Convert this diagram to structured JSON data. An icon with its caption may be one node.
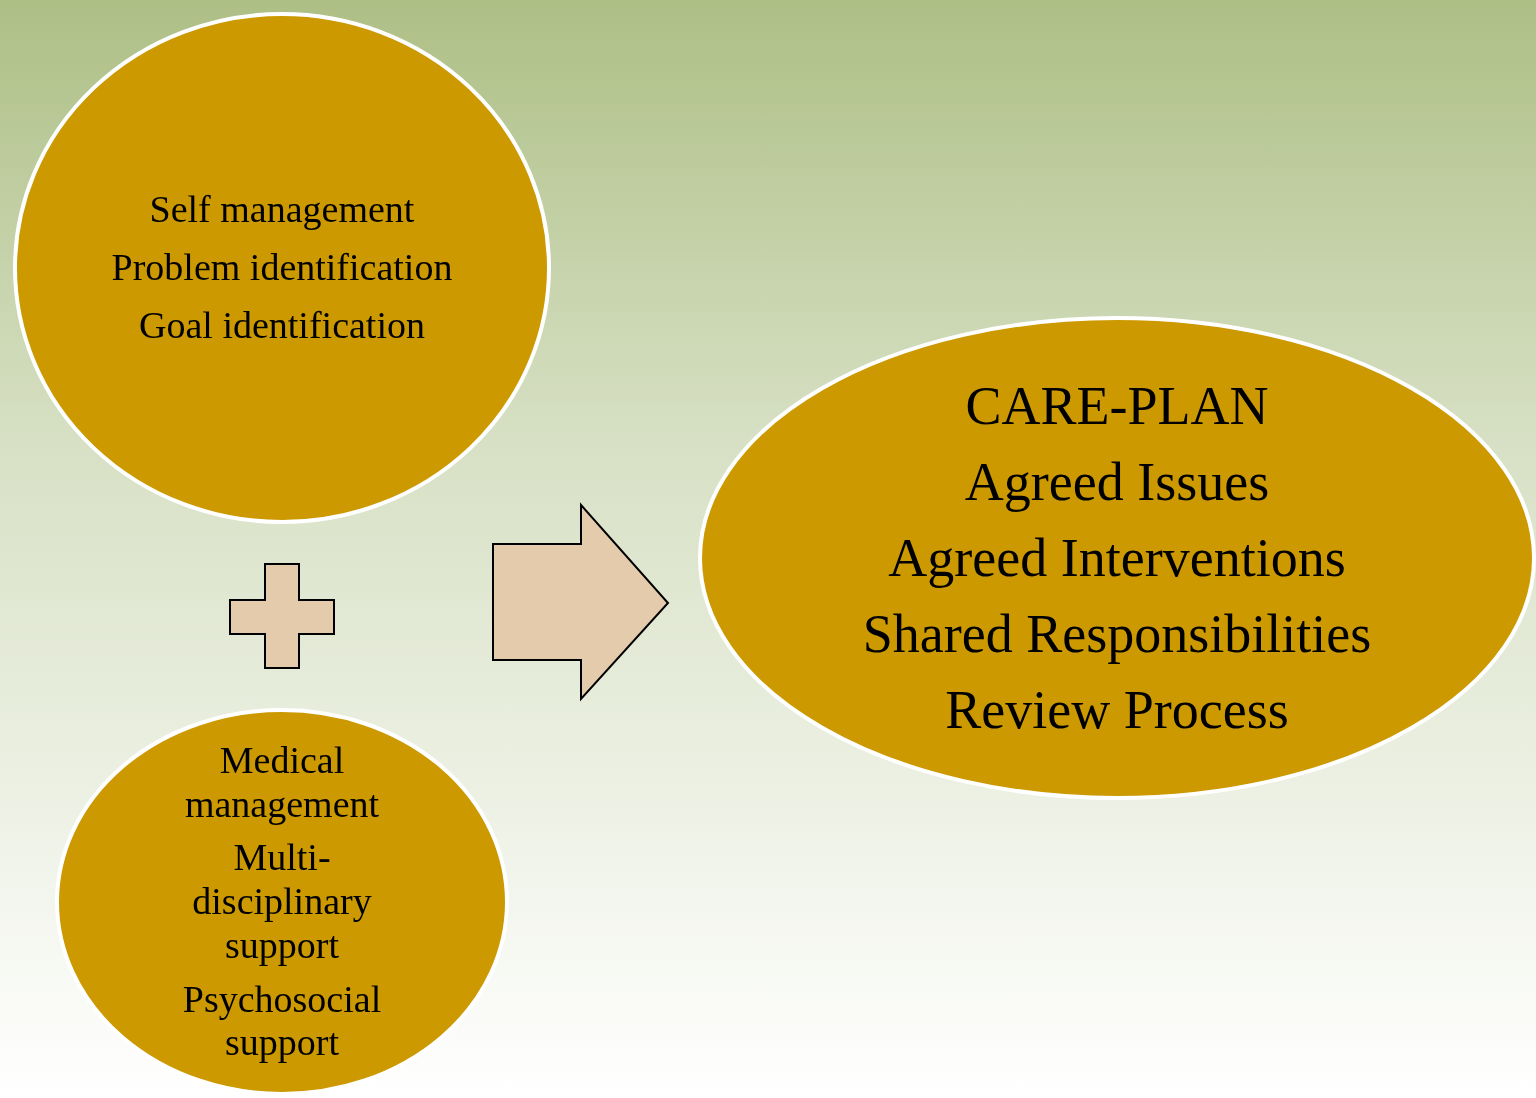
{
  "diagram": {
    "nodes": [
      {
        "text": [
          "Self management",
          "Problem identification",
          "Goal identification"
        ]
      },
      {
        "text": [
          "Medical management",
          "Multi-disciplinary support",
          "Psychosocial support"
        ]
      },
      {
        "text": [
          "CARE-PLAN",
          "Agreed Issues",
          "Agreed Interventions",
          "Shared Responsibilities",
          "Review Process"
        ]
      }
    ],
    "edges": [
      {
        "from": 0,
        "to": 2,
        "arrow": "to"
      },
      {
        "from": 1,
        "to": 2,
        "arrow": "to"
      }
    ]
  }
}
